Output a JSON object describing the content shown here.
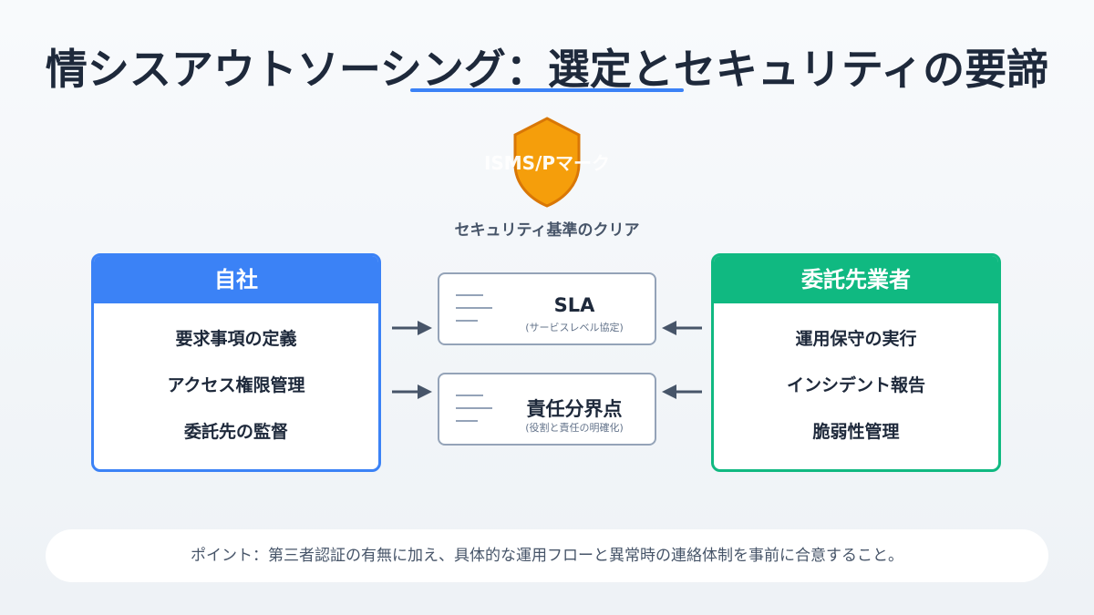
{
  "title": "情シスアウトソーシング：選定とセキュリティの要諦",
  "certification": {
    "label": "ISMS/Pマーク",
    "caption": "セキュリティ基準のクリア"
  },
  "self": {
    "header": "自社",
    "items": [
      "要求事項の定義",
      "アクセス権限管理",
      "委託先の監督"
    ]
  },
  "vendor": {
    "header": "委託先業者",
    "items": [
      "運用保守の実行",
      "インシデント報告",
      "脆弱性管理"
    ]
  },
  "agreements": [
    {
      "title": "SLA",
      "subtitle": "(サービスレベル協定)"
    },
    {
      "title": "責任分界点",
      "subtitle": "(役割と責任の明確化)"
    }
  ],
  "point": "ポイント：第三者認証の有無に加え、具体的な運用フローと異常時の連絡体制を事前に合意すること。",
  "colors": {
    "accent": "#3b82f6",
    "vendor": "#10b981",
    "shield": "#f59e0b",
    "arrow": "#475569"
  }
}
